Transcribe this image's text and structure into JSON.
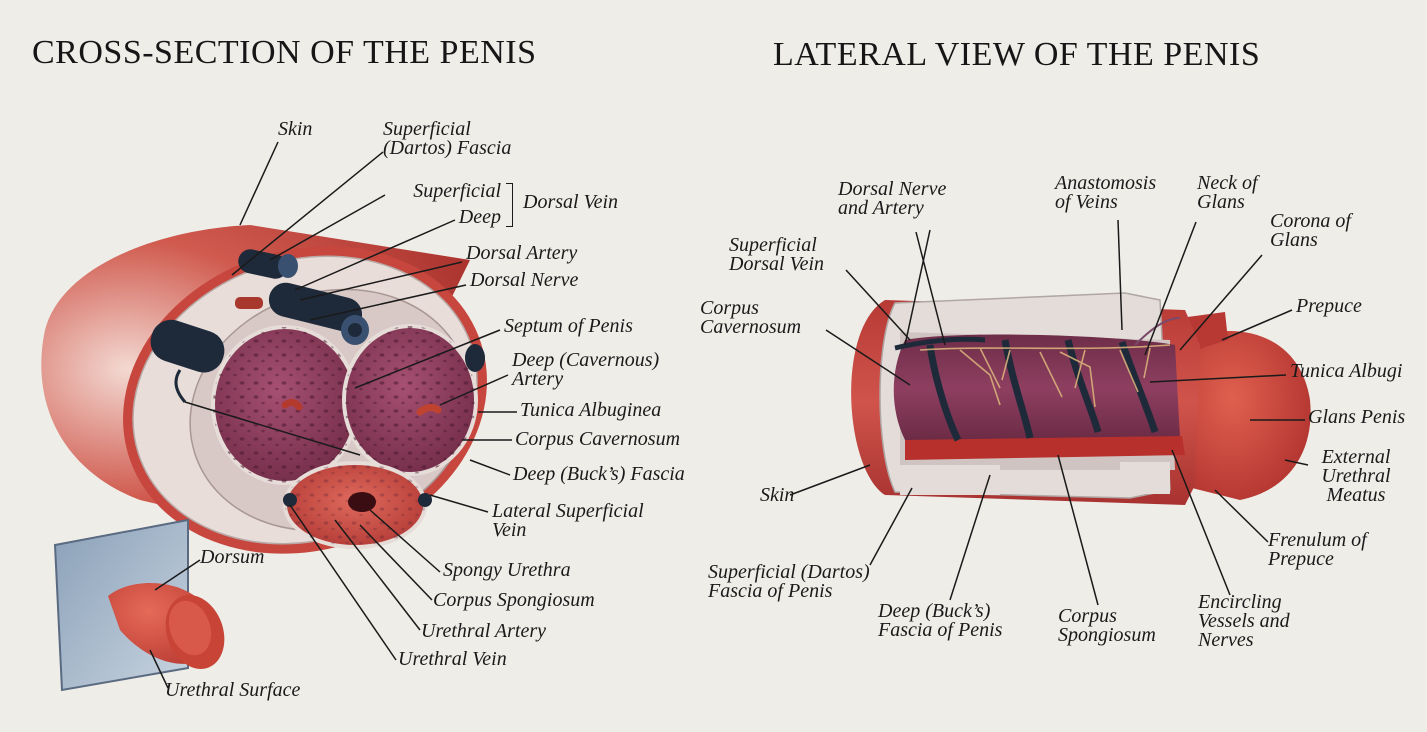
{
  "titles": {
    "cross_section": "CROSS-SECTION OF THE PENIS",
    "lateral_view": "LATERAL VIEW OF THE PENIS"
  },
  "cross_section_labels": {
    "skin": "Skin",
    "superficial_fascia": [
      "Superficial",
      "(Dartos) Fascia"
    ],
    "dorsal_vein_superficial": "Superficial",
    "dorsal_vein_deep": "Deep",
    "dorsal_vein": "Dorsal Vein",
    "dorsal_artery": "Dorsal Artery",
    "dorsal_nerve": "Dorsal Nerve",
    "septum": "Septum of Penis",
    "deep_artery": [
      "Deep (Cavernous)",
      "Artery"
    ],
    "tunica": "Tunica Albuginea",
    "corpus_cavernosum": "Corpus Cavernosum",
    "bucks_fascia": "Deep (Buck’s) Fascia",
    "lateral_vein": [
      "Lateral Superficial",
      "Vein"
    ],
    "spongy_urethra": "Spongy Urethra",
    "corpus_spongiosum": "Corpus Spongiosum",
    "urethral_artery": "Urethral Artery",
    "urethral_vein": "Urethral Vein",
    "dorsum": "Dorsum",
    "urethral_surface": "Urethral Surface"
  },
  "lateral_labels": {
    "dorsal_nerve_artery": [
      "Dorsal Nerve",
      "and Artery"
    ],
    "anastomosis": [
      "Anastomosis",
      "of Veins"
    ],
    "neck_of_glans": [
      "Neck of",
      "Glans"
    ],
    "corona": [
      "Corona of",
      "Glans"
    ],
    "superficial_dorsal_vein": [
      "Superficial",
      "Dorsal Vein"
    ],
    "prepuce": "Prepuce",
    "corpus_cavernosum": [
      "Corpus",
      "Cavernosum"
    ],
    "tunica": "Tunica Albugi",
    "glans_penis": "Glans Penis",
    "external_meatus": [
      "External",
      "Urethral",
      "Meatus"
    ],
    "skin": "Skin",
    "frenulum": [
      "Frenulum of",
      "Prepuce"
    ],
    "superficial_fascia": [
      "Superficial (Dartos)",
      "Fascia of Penis"
    ],
    "bucks_fascia": [
      "Deep (Buck’s)",
      "Fascia of Penis"
    ],
    "corpus_spongiosum": [
      "Corpus",
      "Spongiosum"
    ],
    "encircling": [
      "Encircling",
      "Vessels and",
      "Nerves"
    ]
  },
  "colors": {
    "background": "#eeede8",
    "skin_red": "#c2413a",
    "cavernosum": "#8a3a58",
    "spongiosum": "#c84a45",
    "vein": "#1e2a3a",
    "fascia": "#e6dcd8",
    "leader": "#1a1a1a"
  }
}
